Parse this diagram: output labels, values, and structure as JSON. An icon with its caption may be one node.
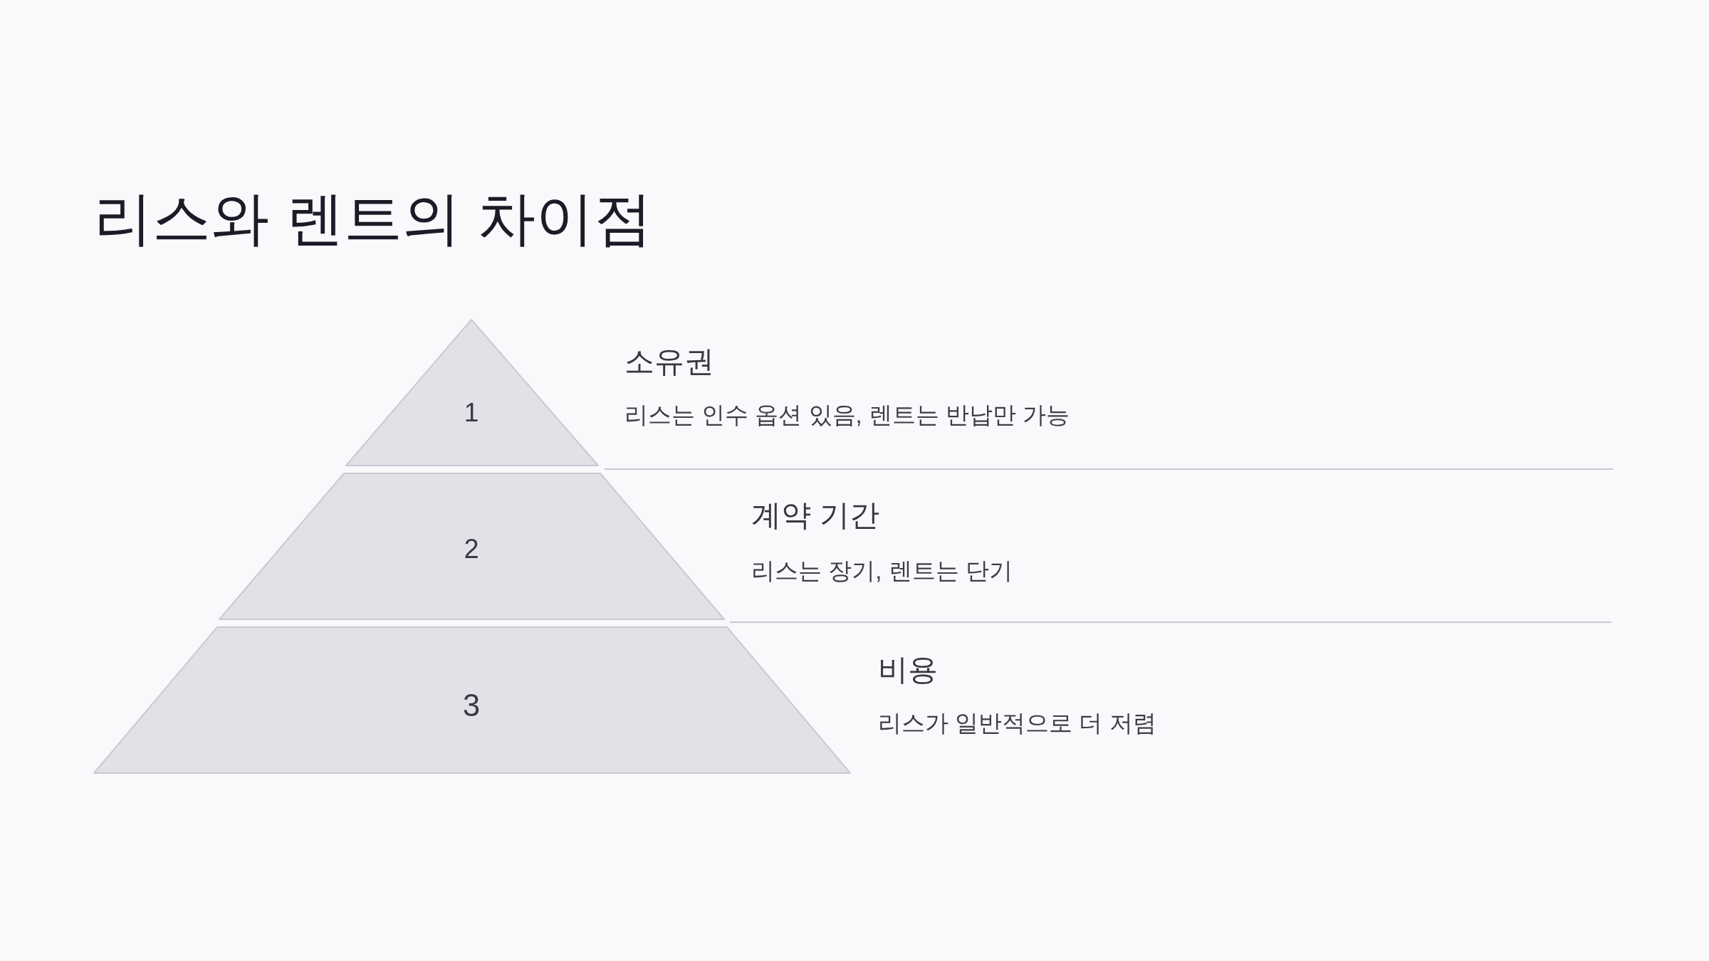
{
  "diagram": {
    "title": "리스와 렌트의 차이점",
    "nodes": [
      {
        "text": [
          "1"
        ],
        "beside": [
          "소유권",
          "리스는 인수 옵션 있음, 렌트는 반납만 가능"
        ]
      },
      {
        "text": [
          "2"
        ],
        "beside": [
          "계약 기간",
          "리스는 장기, 렌트는 단기"
        ]
      },
      {
        "text": [
          "3"
        ],
        "beside": [
          "비용",
          "리스가 일반적으로 더 저렴"
        ]
      }
    ]
  }
}
